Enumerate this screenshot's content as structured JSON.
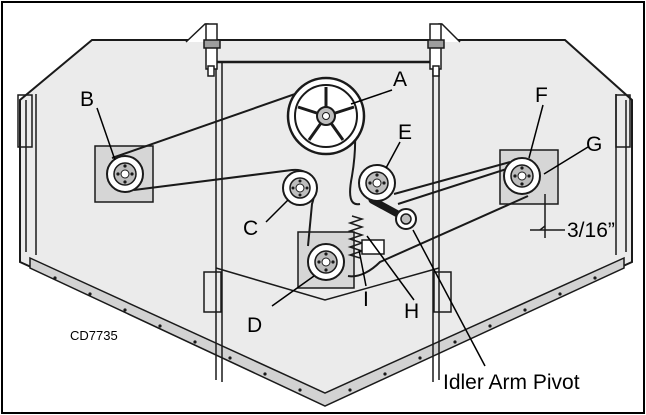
{
  "figure_id": "CD7735",
  "dimension": "3/16”",
  "callouts": {
    "A": "A",
    "B": "B",
    "C": "C",
    "D": "D",
    "E": "E",
    "F": "F",
    "G": "G",
    "H": "H",
    "I": "I",
    "idler_arm_pivot": "Idler Arm Pivot"
  },
  "colors": {
    "border": "#000000",
    "line": "#1a1a1a",
    "deck_fill": "#ebebeb",
    "mount_fill": "#d6d6d6",
    "pulley_fill": "#ffffff",
    "hub_fill": "#bdbdbd"
  }
}
